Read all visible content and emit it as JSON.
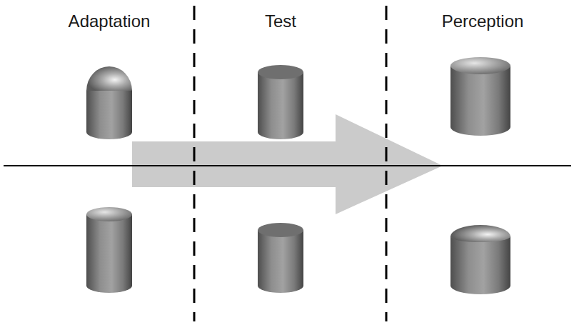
{
  "diagram": {
    "labels": [
      "Adaptation",
      "Test",
      "Perception"
    ]
  }
}
